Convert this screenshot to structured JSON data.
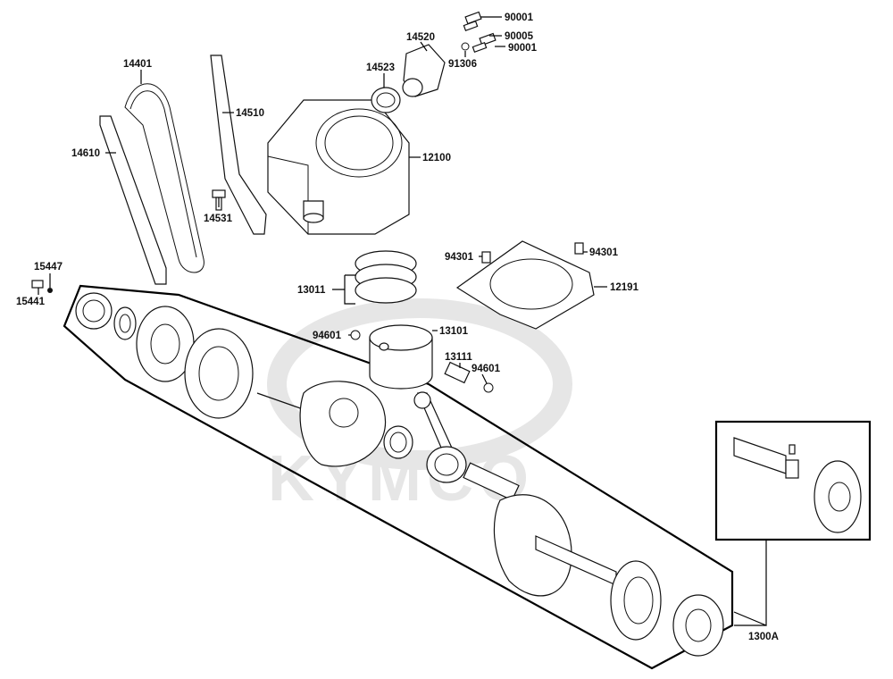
{
  "diagram": {
    "watermark": {
      "brand": "KYMCO",
      "logo_color": "#e6e6e6"
    },
    "part_labels": {
      "p90001a": "90001",
      "p90005": "90005",
      "p90001b": "90001",
      "p14520": "14520",
      "p91306": "91306",
      "p14401": "14401",
      "p14523": "14523",
      "p14510": "14510",
      "p14610": "14610",
      "p12100": "12100",
      "p14531": "14531",
      "p94301a": "94301",
      "p94301b": "94301",
      "p15447": "15447",
      "p15441": "15441",
      "p13011": "13011",
      "p12191": "12191",
      "p94601a": "94601",
      "p13101": "13101",
      "p13111": "13111",
      "p94601b": "94601",
      "p1300A": "1300A"
    }
  }
}
